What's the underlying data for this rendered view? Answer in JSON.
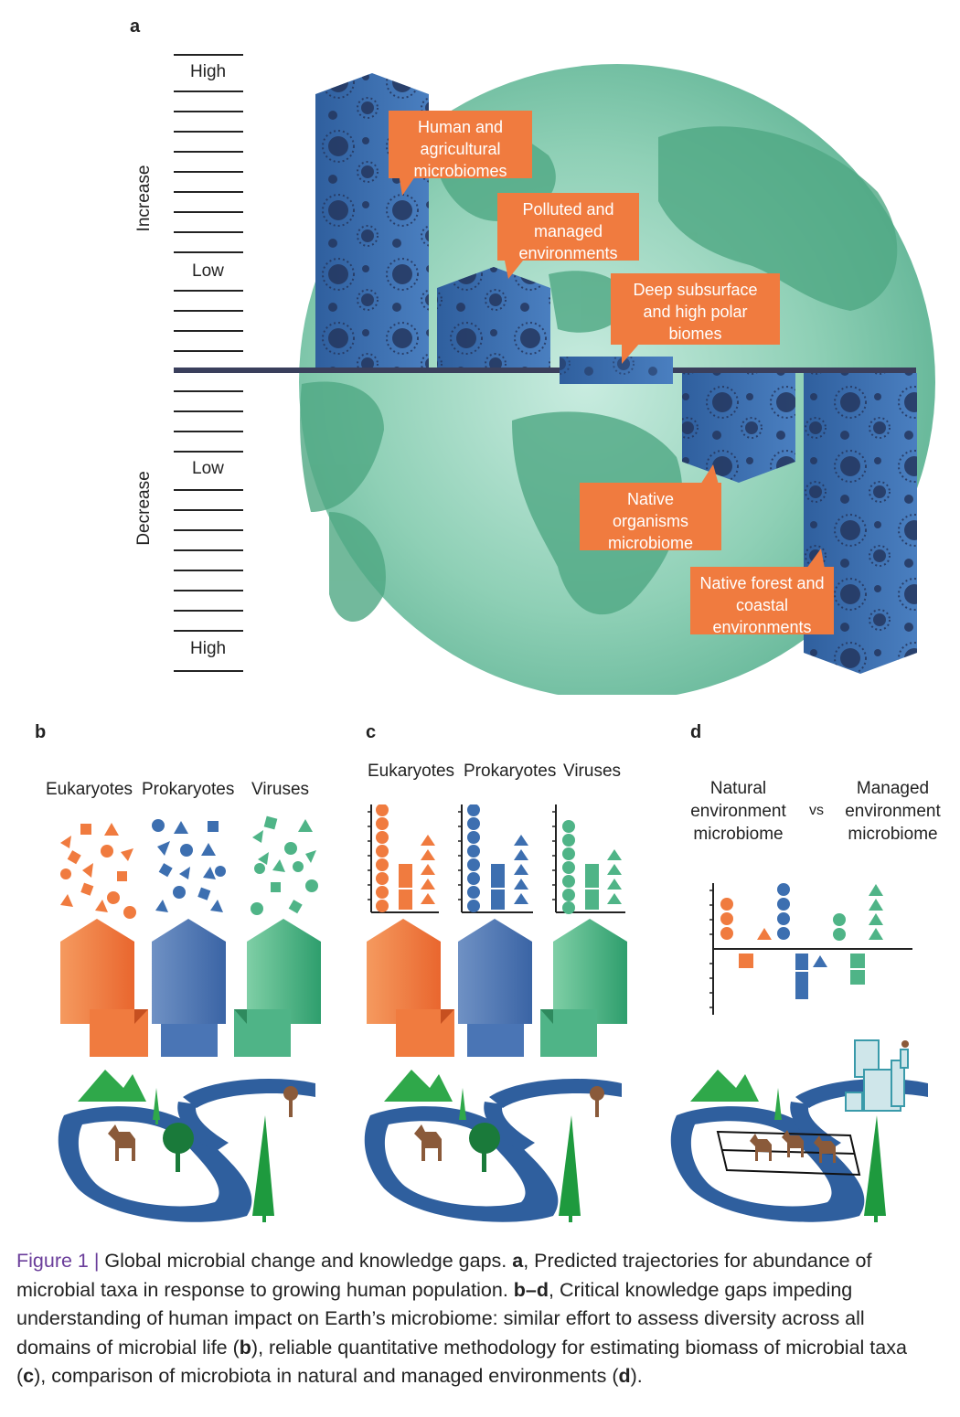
{
  "panel_a": {
    "letter": "a",
    "scale": {
      "high_top": "High",
      "low_top": "Low",
      "low_bottom": "Low",
      "high_bottom": "High",
      "increase_label": "Increase",
      "decrease_label": "Decrease"
    },
    "callouts": {
      "human": "Human and agricultural microbiomes",
      "polluted": "Polluted and managed environments",
      "deep": "Deep subsurface and high polar biomes",
      "native_org": "Native organisms microbiome",
      "native_forest": "Native forest and coastal environments"
    },
    "colors": {
      "orange": "#f07b3f",
      "blue": "#2f5f9e",
      "navy": "#3a3f5c",
      "globe": "#8ccfb5"
    }
  },
  "panel_b": {
    "letter": "b",
    "heads": {
      "euk": "Eukaryotes",
      "prok": "Prokaryotes",
      "vir": "Viruses"
    }
  },
  "panel_c": {
    "letter": "c",
    "heads": {
      "euk": "Eukaryotes",
      "prok": "Prokaryotes",
      "vir": "Viruses"
    }
  },
  "panel_d": {
    "letter": "d",
    "natural": "Natural environment microbiome",
    "vs": "vs",
    "managed": "Managed environment microbiome"
  },
  "caption": {
    "label": "Figure 1 |",
    "t1": " Global microbial change and knowledge gaps. ",
    "a": "a",
    "t2": ", Predicted trajectories for abundance of microbial taxa in response to growing human population. ",
    "bd": "b–d",
    "t3": ", Critical knowledge gaps impeding understanding of human impact on Earth’s microbiome: similar effort to assess diversity across all domains of microbial life (",
    "b": "b",
    "t4": "), reliable quantitative methodology for estimating biomass of microbial taxa (",
    "c": "c",
    "t5": "), comparison of microbiota in natural and managed environments (",
    "d": "d",
    "t6": ")."
  }
}
